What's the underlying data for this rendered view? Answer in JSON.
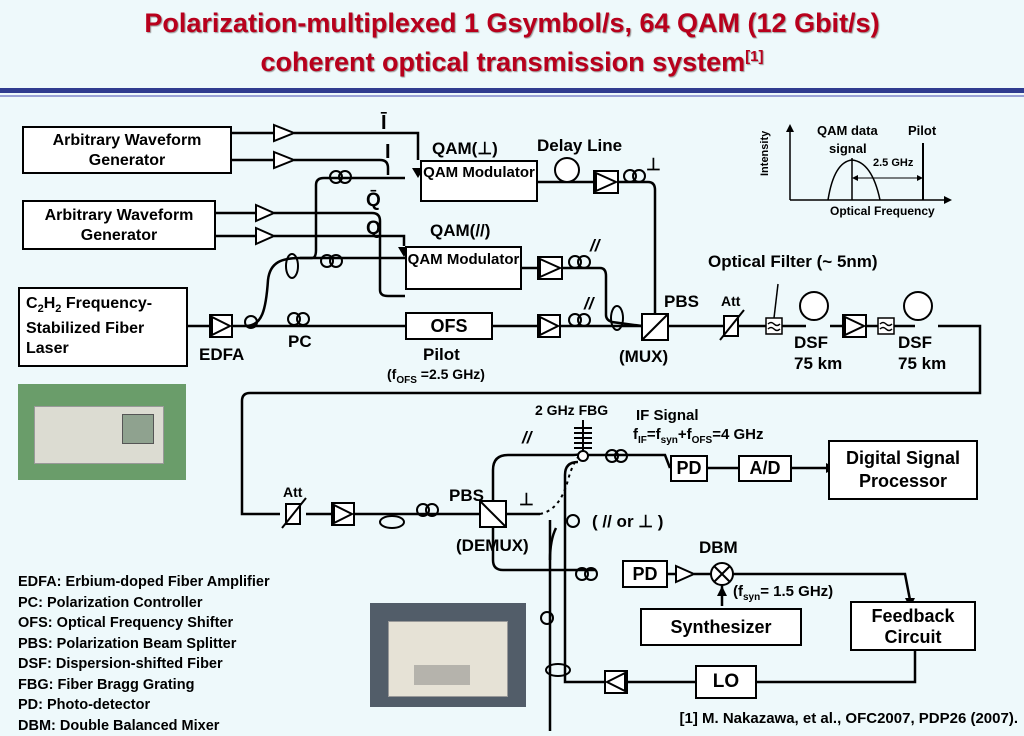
{
  "title": {
    "line1": "Polarization-multiplexed 1 Gsymbol/s, 64 QAM (12 Gbit/s)",
    "line2": "coherent optical transmission system",
    "ref_mark": "[1]"
  },
  "blocks": {
    "awg1": "Arbitrary Waveform Generator",
    "awg2": "Arbitrary Waveform Generator",
    "laser": "C2H2 Frequency-Stabilized Fiber Laser",
    "qam_mod_1": "QAM Modulator",
    "qam_mod_2": "QAM Modulator",
    "ofs": "OFS",
    "pd1": "PD",
    "ad": "A/D",
    "dsp": "Digital Signal Processor",
    "pd2": "PD",
    "synth": "Synthesizer",
    "feedback": "Feedback Circuit",
    "lo": "LO"
  },
  "labels": {
    "i_bar": "Ī",
    "i": "I",
    "q_bar": "Q̄",
    "q": "Q",
    "qam_perp": "QAM(⊥)",
    "qam_par": "QAM(//)",
    "delay_line": "Delay Line",
    "perp1": "⊥",
    "par1": "//",
    "par2": "//",
    "pbs_mux": "PBS",
    "mux": "(MUX)",
    "att1": "Att",
    "optical_filter": "Optical Filter (~ 5nm)",
    "dsf1": "DSF",
    "dsf1_len": "75 km",
    "dsf2": "DSF",
    "dsf2_len": "75 km",
    "edfa": "EDFA",
    "pc": "PC",
    "pilot": "Pilot",
    "fofs": "(fOFS =2.5 GHz)",
    "fbg": "2 GHz FBG",
    "if_signal": "IF Signal",
    "fif": "fIF=fsyn+fOFS=4 GHz",
    "att2": "Att",
    "pbs_demux": "PBS",
    "demux": "(DEMUX)",
    "par3": "//",
    "perp2": "⊥",
    "par_or_perp": "( // or ⊥ )",
    "dbm": "DBM",
    "fsyn": "(fsyn= 1.5 GHz)"
  },
  "inset": {
    "qam_data": "QAM data",
    "signal": "signal",
    "pilot": "Pilot",
    "spacing": "2.5 GHz",
    "yaxis": "Intensity",
    "xaxis": "Optical Frequency"
  },
  "legend": [
    "EDFA: Erbium-doped Fiber Amplifier",
    "PC: Polarization Controller",
    "OFS: Optical Frequency Shifter",
    "PBS: Polarization Beam Splitter",
    "DSF: Dispersion-shifted Fiber",
    "FBG: Fiber Bragg Grating",
    "PD: Photo-detector",
    "DBM: Double Balanced Mixer"
  ],
  "reference": "[1] M. Nakazawa, et al., OFC2007, PDP26 (2007)."
}
